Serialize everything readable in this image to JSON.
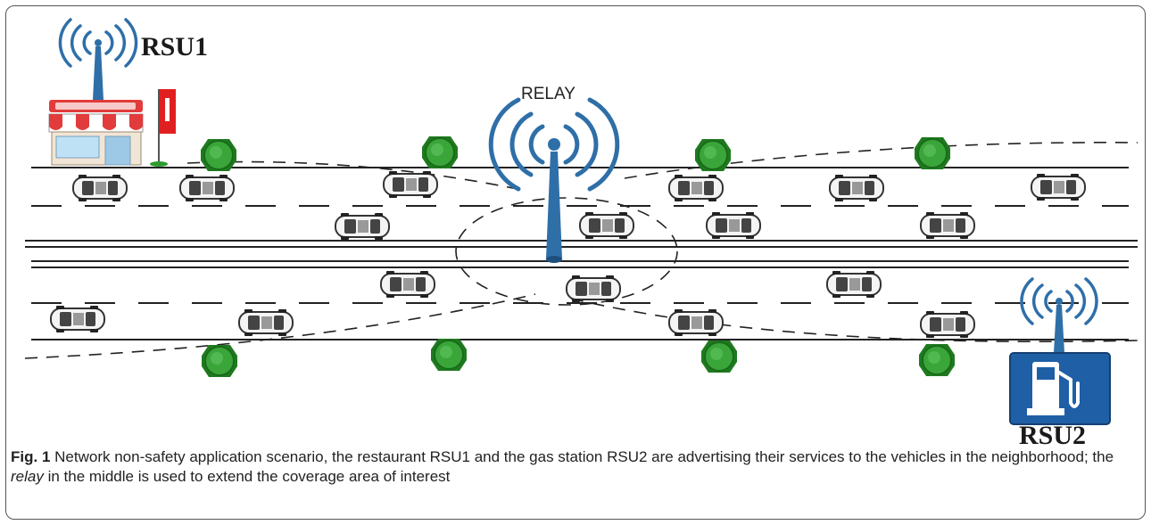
{
  "labels": {
    "rsu1": "RSU1",
    "rsu2": "RSU2",
    "relay": "RELAY"
  },
  "caption": {
    "figure_label": "Fig. 1",
    "text_before_relay": "Network non-safety application scenario, the restaurant RSU1 and the gas station RSU2 are advertising their services to the vehicles in the neighborhood; the",
    "relay_word": "relay",
    "text_after_relay": "in the middle is used to extend the coverage area of interest"
  },
  "colors": {
    "antenna_blue": "#2f6fa8",
    "tree_green": "#2e9a2e",
    "gas_sign_blue": "#1f5fa6",
    "restaurant_red": "#d93a3a"
  },
  "icons": [
    "rsu1-antenna-icon",
    "restaurant-icon",
    "flag-icon",
    "relay-antenna-icon",
    "rsu2-antenna-icon",
    "gas-station-icon",
    "car-icon",
    "tree-icon"
  ]
}
